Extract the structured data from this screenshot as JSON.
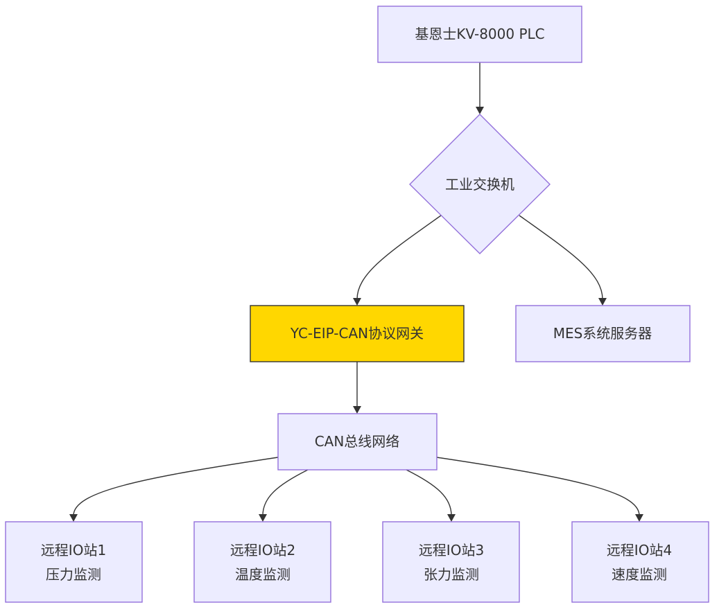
{
  "diagram": {
    "nodes": {
      "plc": {
        "label": "基恩士KV-8000 PLC"
      },
      "switch": {
        "label": "工业交换机"
      },
      "gateway": {
        "label": "YC-EIP-CAN协议网关"
      },
      "mes": {
        "label": "MES系统服务器"
      },
      "can": {
        "label": "CAN总线网络"
      },
      "io1": {
        "line1": "远程IO站1",
        "line2": "压力监测"
      },
      "io2": {
        "line1": "远程IO站2",
        "line2": "温度监测"
      },
      "io3": {
        "line1": "远程IO站3",
        "line2": "张力监测"
      },
      "io4": {
        "line1": "远程IO站4",
        "line2": "速度监测"
      }
    },
    "colors": {
      "node_fill": "#ECECFF",
      "node_border": "#9370DB",
      "highlight_fill": "#FFD700",
      "highlight_border": "#333333",
      "edge": "#333333"
    },
    "edges": [
      {
        "from": "plc",
        "to": "switch"
      },
      {
        "from": "switch",
        "to": "gateway"
      },
      {
        "from": "switch",
        "to": "mes"
      },
      {
        "from": "gateway",
        "to": "can"
      },
      {
        "from": "can",
        "to": "io1"
      },
      {
        "from": "can",
        "to": "io2"
      },
      {
        "from": "can",
        "to": "io3"
      },
      {
        "from": "can",
        "to": "io4"
      }
    ]
  }
}
